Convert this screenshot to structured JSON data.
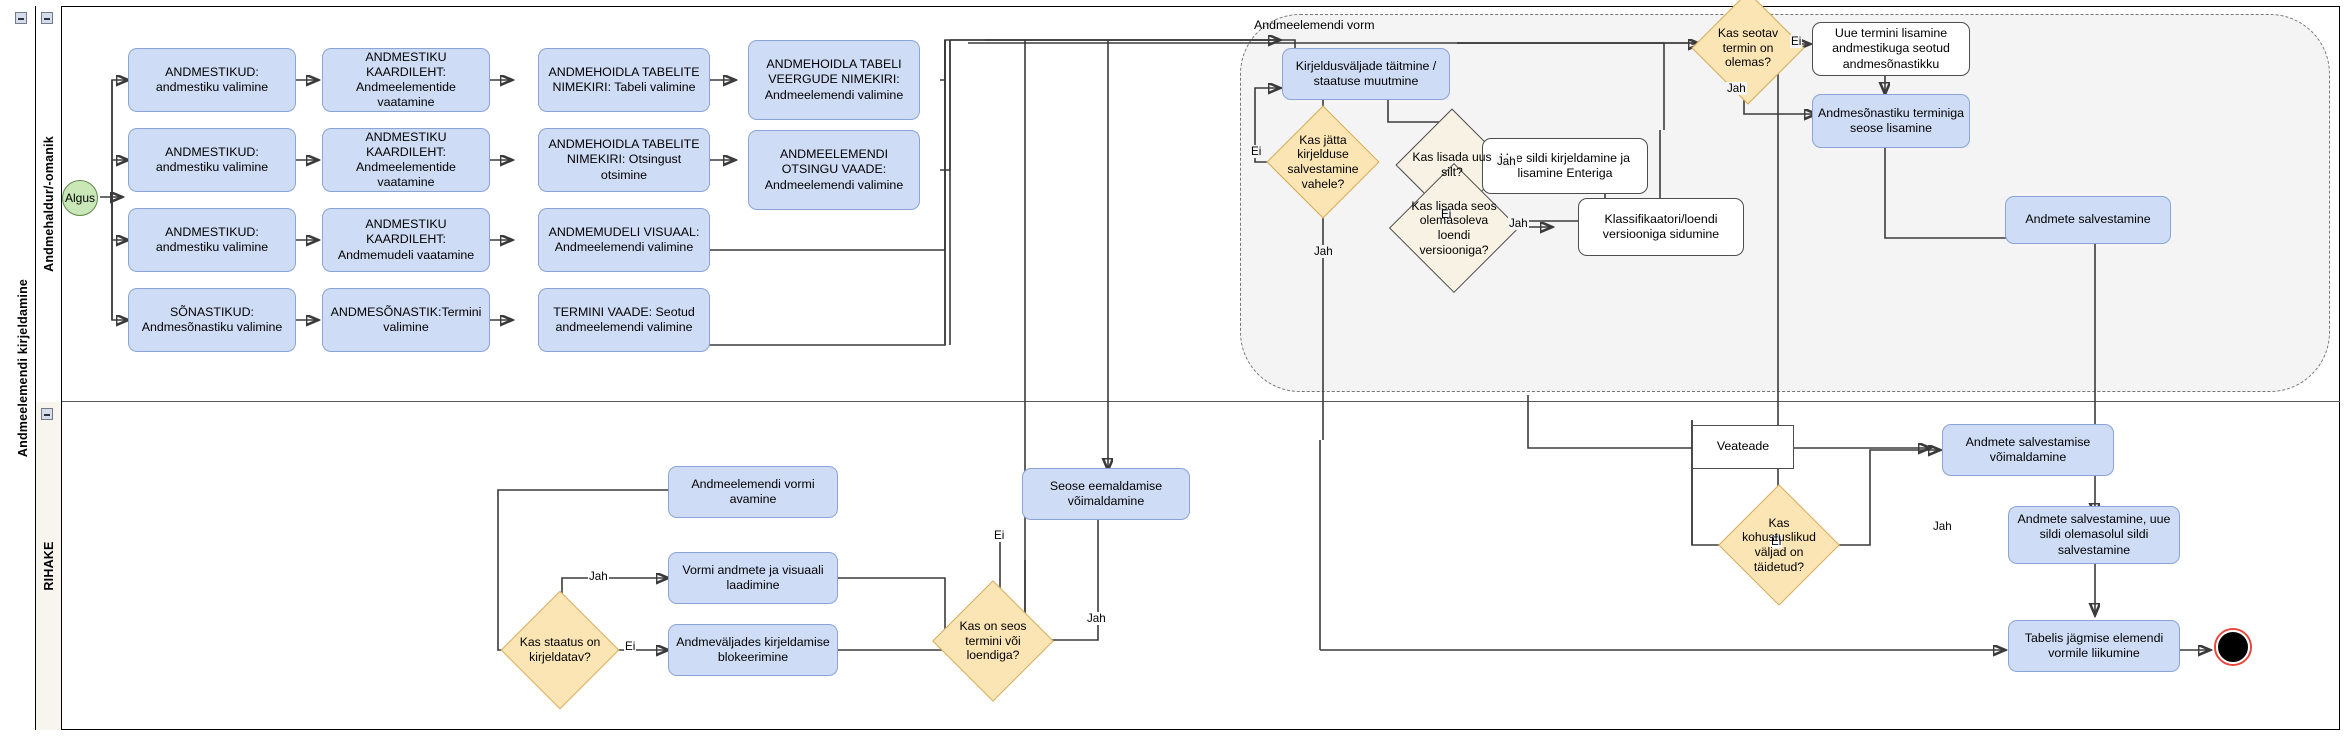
{
  "pool": {
    "title": "Andmeelemendi kirjeldamine"
  },
  "lanes": [
    {
      "id": "lane-andmehaldur",
      "label": "Andmehaldur/-omanik"
    },
    {
      "id": "lane-rihake",
      "label": "RIHAKE"
    }
  ],
  "subprocess": {
    "label": "Andmeelemendi vorm"
  },
  "nodes": {
    "start": "Algus",
    "r1c1": "ANDMESTIKUD: andmestiku valimine",
    "r1c2": "ANDMESTIKU KAARDILEHT: Andmeelementide vaatamine",
    "r1c3": "ANDMEHOIDLA TABELITE NIMEKIRI: Tabeli valimine",
    "r1c4": "ANDMEHOIDLA TABELI VEERGUDE NIMEKIRI: Andmeelemendi valimine",
    "r2c1": "ANDMESTIKUD: andmestiku valimine",
    "r2c2": "ANDMESTIKU KAARDILEHT: Andmeelementide vaatamine",
    "r2c3": "ANDMEHOIDLA TABELITE NIMEKIRI: Otsingust otsimine",
    "r2c4": "ANDMEELEMENDI OTSINGU VAADE: Andmeelemendi valimine",
    "r3c1": "ANDMESTIKUD: andmestiku valimine",
    "r3c2": "ANDMESTIKU KAARDILEHT: Andmemudeli vaatamine",
    "r3c3": "ANDMEMUDELI VISUAAL: Andmeelemendi valimine",
    "r4c1": "SÕNASTIKUD: Andmesõnastiku valimine",
    "r4c2": "ANDMESÕNASTIK:Termini valimine",
    "r4c3": "TERMINI VAADE: Seotud andmeelemendi valimine",
    "kirjeldusvaljad": "Kirjeldusväljade täitmine / staatuse muutmine",
    "uue_sildi": "Uue sildi kirjeldamine ja lisamine Enteriga",
    "klassifikaatori": "Klassifikaatori/loendi versiooniga sidumine",
    "uue_termini": "Uue termini lisamine andmestikuga seotud andmesõnastikku",
    "andmesonastiku_seos": "Andmesõnastiku terminiga seose lisamine",
    "andmete_salvestamine": "Andmete salvestamine",
    "vormi_avamine": "Andmeelemendi vormi avamine",
    "vormi_laadimine": "Vormi andmete ja visuaali laadimine",
    "blokeerimine": "Andmeväljades kirjeldamise blokeerimine",
    "seose_eemaldamine": "Seose eemaldamise võimaldamine",
    "veateade": "Veateade",
    "salv_voimaldamine": "Andmete salvestamise võimaldamine",
    "salv_uue_sildi": "Andmete salvestamine, uue sildi olemasolul sildi salvestamine",
    "jargmise_elemendi": "Tabelis jägmise elemendi vormile liikumine"
  },
  "gateways": {
    "jatta_vahele": "Kas jätta kirjelduse salvestamine vahele?",
    "lisada_silt": "Kas lisada uus silt?",
    "lisada_seos": "Kas lisada seos olemasoleva loendi versiooniga?",
    "seotav_termin": "Kas seotav termin on olemas?",
    "staatus_kirjeldatav": "Kas staatus on kirjeldatav?",
    "seos_termini": "Kas on seos termini või loendiga?",
    "kohustuslikud": "Kas kohustuslikud väljad on täidetud?"
  },
  "edge_labels": {
    "ei": "Ei",
    "jah": "Jah"
  },
  "colors": {
    "task_fill": "#cfdcf5",
    "task_stroke": "#8aa4d8",
    "gateway_fill": "#fbe5b4",
    "gateway_stroke": "#d6ab58",
    "start_fill": "#c9e7b7",
    "end_stroke": "#e8453c",
    "lane2_header": "#f7f5ee",
    "subprocess_fill": "#f4f4f4"
  }
}
